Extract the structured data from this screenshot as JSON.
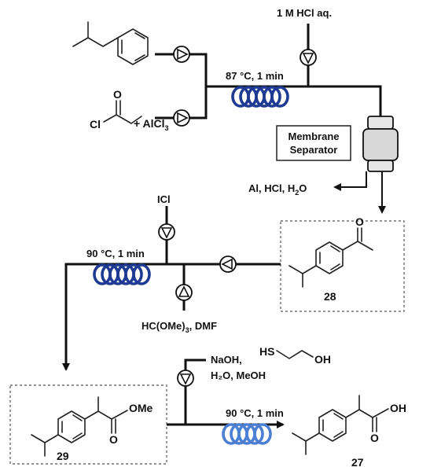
{
  "reagents": {
    "hcl_aq": "1 M HCl aq.",
    "acyl_chloride_cl": "Cl",
    "acyl_chloride_o": "O",
    "alcl3_prefix": "+ AlCl",
    "alcl3_sub": "3",
    "icl": "ICl",
    "orthoformate_prefix": "HC(OMe)",
    "orthoformate_sub": "3",
    "orthoformate_suffix": ", DMF",
    "naoh": "NaOH,",
    "water_methanol": "H₂O, MeOH",
    "thiol_hs": "HS",
    "thiol_oh": "OH"
  },
  "conditions": {
    "step1": "87 °C, 1 min",
    "step2": "90 °C, 1 min",
    "step3": "90 °C, 1 min"
  },
  "separator": {
    "line1": "Membrane",
    "line2": "Separator",
    "waste_prefix": "Al, HCl, H",
    "waste_sub": "2",
    "waste_suffix": "O"
  },
  "compounds": {
    "c28": {
      "label": "28",
      "o": "O"
    },
    "c29": {
      "label": "29",
      "o": "O",
      "ome": "OMe"
    },
    "c27": {
      "label": "27",
      "o": "O",
      "oh": "OH"
    }
  },
  "colors": {
    "coil_dark": "#1f3a93",
    "coil_light": "#4a7fd4",
    "line": "#111111"
  }
}
